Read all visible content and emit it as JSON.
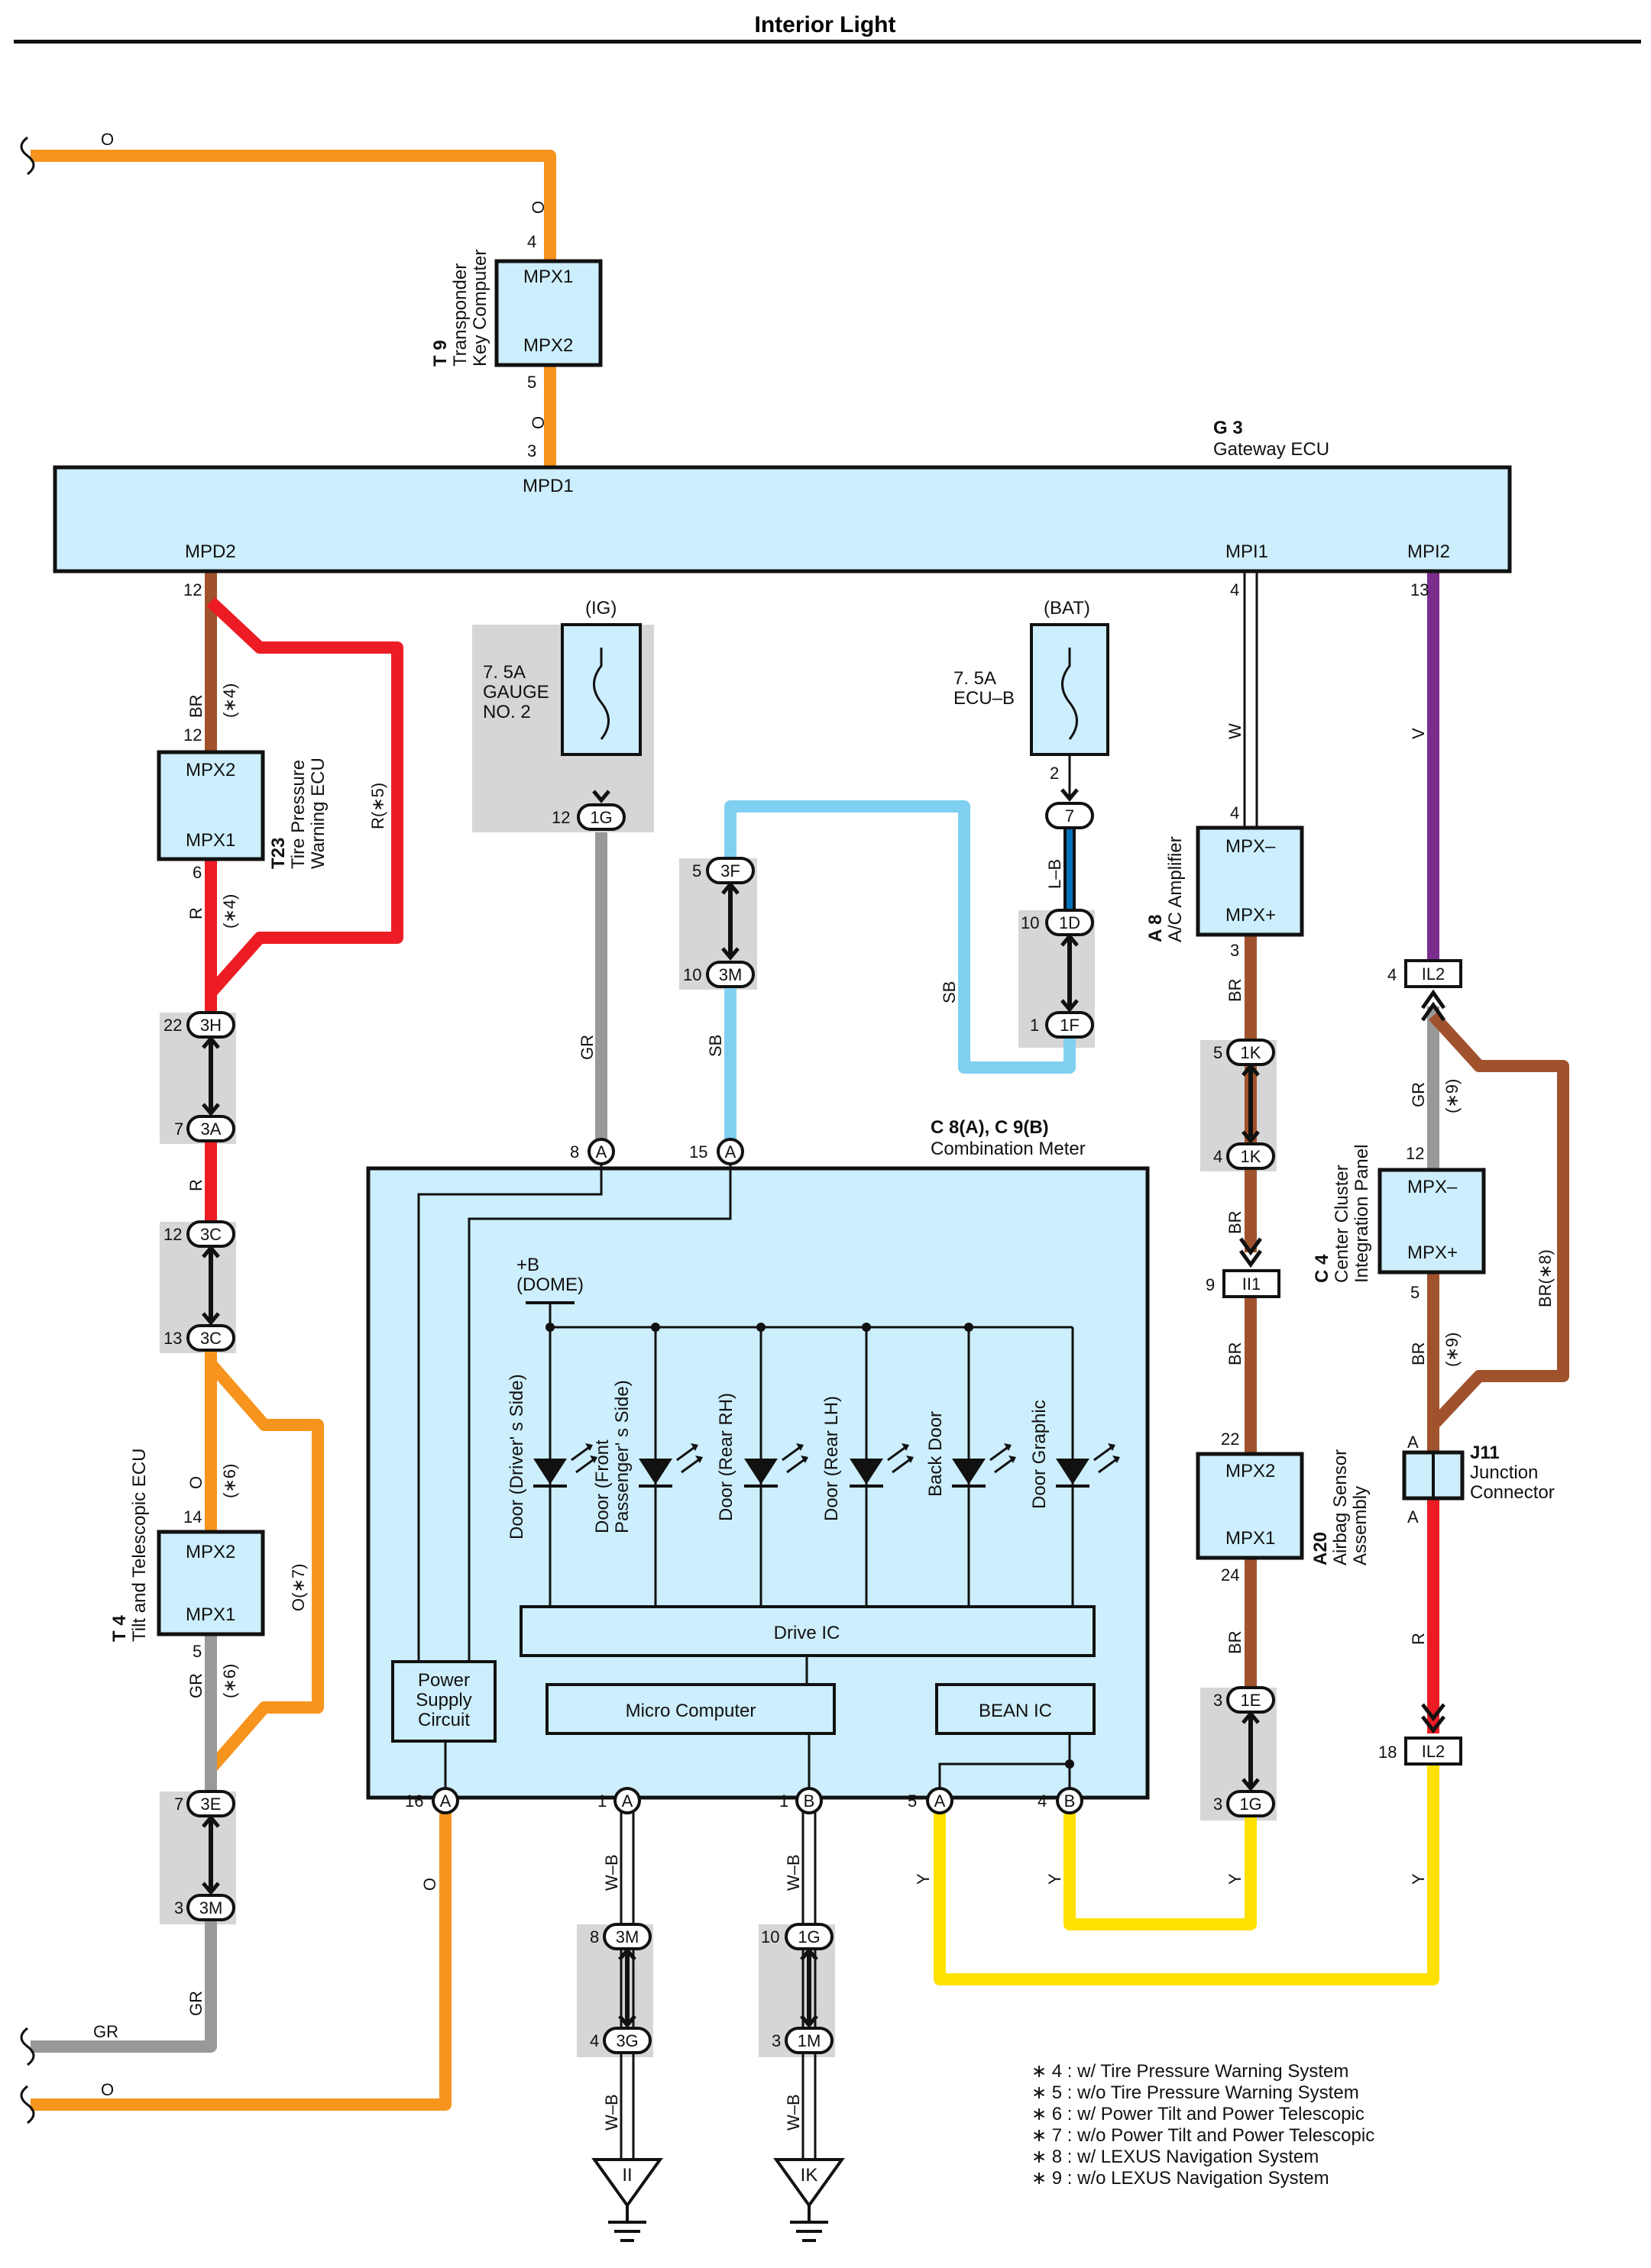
{
  "title": "Interior Light",
  "colors": {
    "orange": "#f7941d",
    "brown": "#a0522d",
    "red": "#ed1c24",
    "gray": "#999999",
    "light_blue": "#7fd0f0",
    "blue": "#0072bc",
    "purple": "#7b2d8e",
    "yellow": "#ffe100",
    "white": "#ffffff",
    "black": "#111111",
    "box_fill": "#cdeefc",
    "shade": "#d6d6d6"
  },
  "components": {
    "t9": {
      "code": "T 9",
      "name_l1": "Transponder",
      "name_l2": "Key Computer",
      "pin_top": "MPX1",
      "pin_bottom": "MPX2"
    },
    "g3": {
      "code": "G 3",
      "name": "Gateway ECU",
      "mpd1": "MPD1",
      "mpd2": "MPD2",
      "mpi1": "MPI1",
      "mpi2": "MPI2"
    },
    "t23": {
      "code": "T23",
      "name_l1": "Tire Pressure",
      "name_l2": "Warning ECU",
      "pin_top": "MPX2",
      "pin_bottom": "MPX1"
    },
    "t4": {
      "code": "T 4",
      "name": "Tilt and Telescopic ECU",
      "pin_top": "MPX2",
      "pin_bottom": "MPX1"
    },
    "a8": {
      "code": "A 8",
      "name": "A/C Amplifier",
      "pin_top": "MPX–",
      "pin_bottom": "MPX+"
    },
    "c4": {
      "code": "C 4",
      "name_l1": "Center Cluster",
      "name_l2": "Integration Panel",
      "pin_top": "MPX–",
      "pin_bottom": "MPX+"
    },
    "a20": {
      "code": "A20",
      "name_l1": "Airbag Sensor",
      "name_l2": "Assembly",
      "pin_top": "MPX2",
      "pin_bottom": "MPX1"
    },
    "j11": {
      "code": "J11",
      "name_l1": "Junction",
      "name_l2": "Connector",
      "pin_a": "A"
    },
    "meter": {
      "code": "C 8(A), C 9(B)",
      "name": "Combination Meter",
      "plus_b": "+B",
      "dome": "(DOME)",
      "leds": [
        "Door (Driver' s Side)",
        "Door (Front",
        "Passenger' s Side)",
        "Door (Rear RH)",
        "Door (Rear LH)",
        "Back Door",
        "Door Graphic"
      ],
      "drive_ic": "Drive IC",
      "micro": "Micro Computer",
      "bean": "BEAN IC",
      "power_l1": "Power",
      "power_l2": "Supply",
      "power_l3": "Circuit"
    },
    "fuse_ig": {
      "header": "(IG)",
      "l1": "7. 5A",
      "l2": "GAUGE",
      "l3": "NO. 2"
    },
    "fuse_bat": {
      "header": "(BAT)",
      "l1": "7. 5A",
      "l2": "ECU–B"
    }
  },
  "wire_labels": {
    "o": "O",
    "br": "BR",
    "r": "R",
    "gr": "GR",
    "sb": "SB",
    "lb": "L–B",
    "w": "W",
    "v": "V",
    "y": "Y",
    "wb": "W–B",
    "br4": "(∗4)",
    "r4": "(∗4)",
    "r5": "R(∗5)",
    "o6": "(∗6)",
    "gr6": "(∗6)",
    "o7": "O(∗7)",
    "gr9": "(∗9)",
    "br9": "(∗9)",
    "br8": "BR(∗8)"
  },
  "pin_numbers": {
    "n4": "4",
    "n5": "5",
    "n3": "3",
    "n12": "12",
    "n6": "6",
    "n13": "13",
    "n14": "14",
    "n16": "16",
    "n1": "1",
    "n2": "2",
    "n7": "7",
    "n8": "8",
    "n10": "10",
    "n15": "15",
    "n22": "22",
    "n24": "24",
    "n9": "9",
    "n18": "18"
  },
  "connectors": {
    "c1g": "1G",
    "c3f": "3F",
    "c3m": "3M",
    "c7": "7",
    "c1d": "1D",
    "c1f": "1F",
    "c3h": "3H",
    "c3a": "3A",
    "c3c": "3C",
    "c3e": "3E",
    "c1k": "1K",
    "c1e": "1E",
    "c3g": "3G",
    "c1m": "1M",
    "ca": "A",
    "cb": "B",
    "il2": "IL2",
    "ii1": "II1",
    "ground_ii": "II",
    "ground_ik": "IK"
  },
  "notes": [
    "∗ 4 : w/ Tire Pressure Warning System",
    "∗ 5 : w/o Tire Pressure Warning System",
    "∗ 6 : w/ Power Tilt and Power Telescopic",
    "∗ 7 : w/o Power Tilt and Power Telescopic",
    "∗ 8 : w/ LEXUS Navigation System",
    "∗ 9 : w/o LEXUS Navigation System"
  ]
}
